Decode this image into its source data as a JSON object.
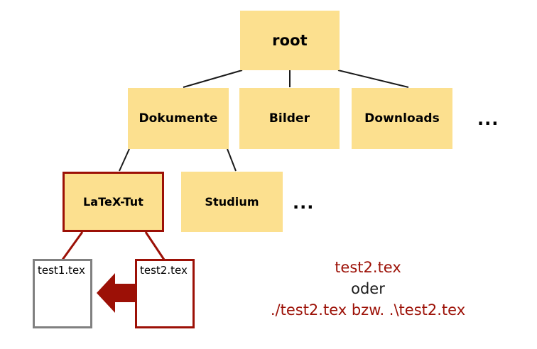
{
  "diagram": {
    "type": "directory-tree",
    "colors": {
      "folder_fill": "#fce08f",
      "highlight": "#9c1006",
      "file_border_gray": "#808080",
      "edge_black": "#1a1a1a",
      "text_black": "#000000"
    },
    "nodes": {
      "root": {
        "label": "root"
      },
      "dokumente": {
        "label": "Dokumente"
      },
      "bilder": {
        "label": "Bilder"
      },
      "downloads": {
        "label": "Downloads"
      },
      "latex_tut": {
        "label": "LaTeX-Tut"
      },
      "studium": {
        "label": "Studium"
      },
      "test1": {
        "label": "test1.tex"
      },
      "test2": {
        "label": "test2.tex"
      }
    },
    "ellipsis": {
      "level2": "...",
      "level3": "..."
    }
  },
  "caption": {
    "line1": "test2.tex",
    "line2": "oder",
    "line3": "./test2.tex bzw. .\\test2.tex"
  },
  "icons": {
    "arrow": "arrow-left-icon"
  }
}
